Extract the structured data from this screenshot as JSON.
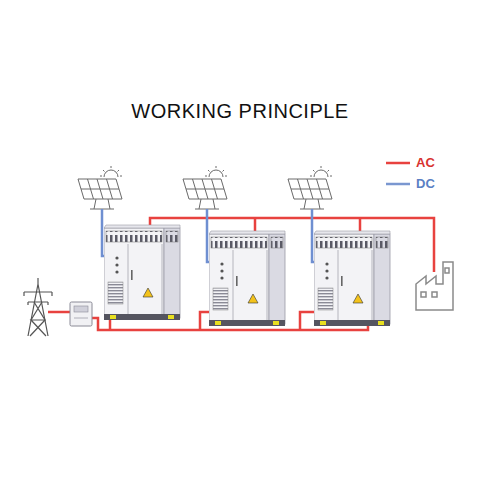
{
  "diagram": {
    "title": "WORKING PRINCIPLE",
    "legend": [
      {
        "text": "AC"
      },
      {
        "text": "DC"
      }
    ]
  }
}
